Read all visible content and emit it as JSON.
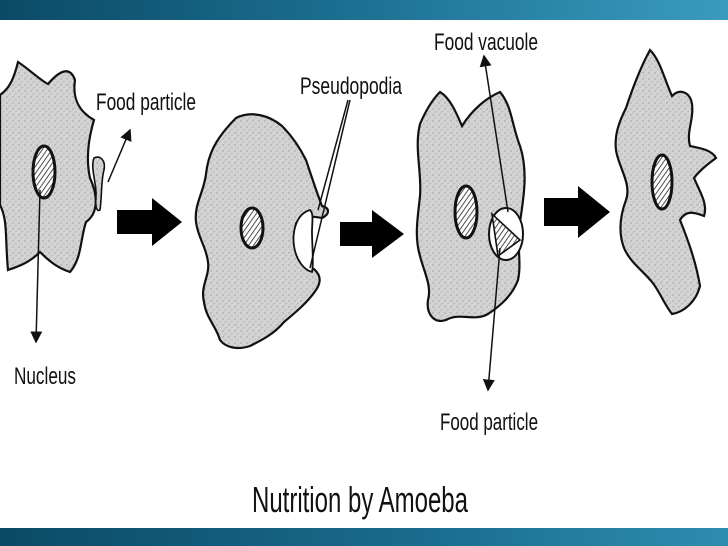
{
  "title": "Nutrition by Amoeba",
  "labels": {
    "food_particle_1": "Food particle",
    "pseudopodia": "Pseudopodia",
    "food_vacuole": "Food vacuole",
    "nucleus": "Nucleus",
    "food_particle_2": "Food particle"
  },
  "colors": {
    "band_dark": "#0b4a66",
    "band_light": "#3b9bbd",
    "cell_fill": "#d2d2d2",
    "outline": "#111111"
  }
}
